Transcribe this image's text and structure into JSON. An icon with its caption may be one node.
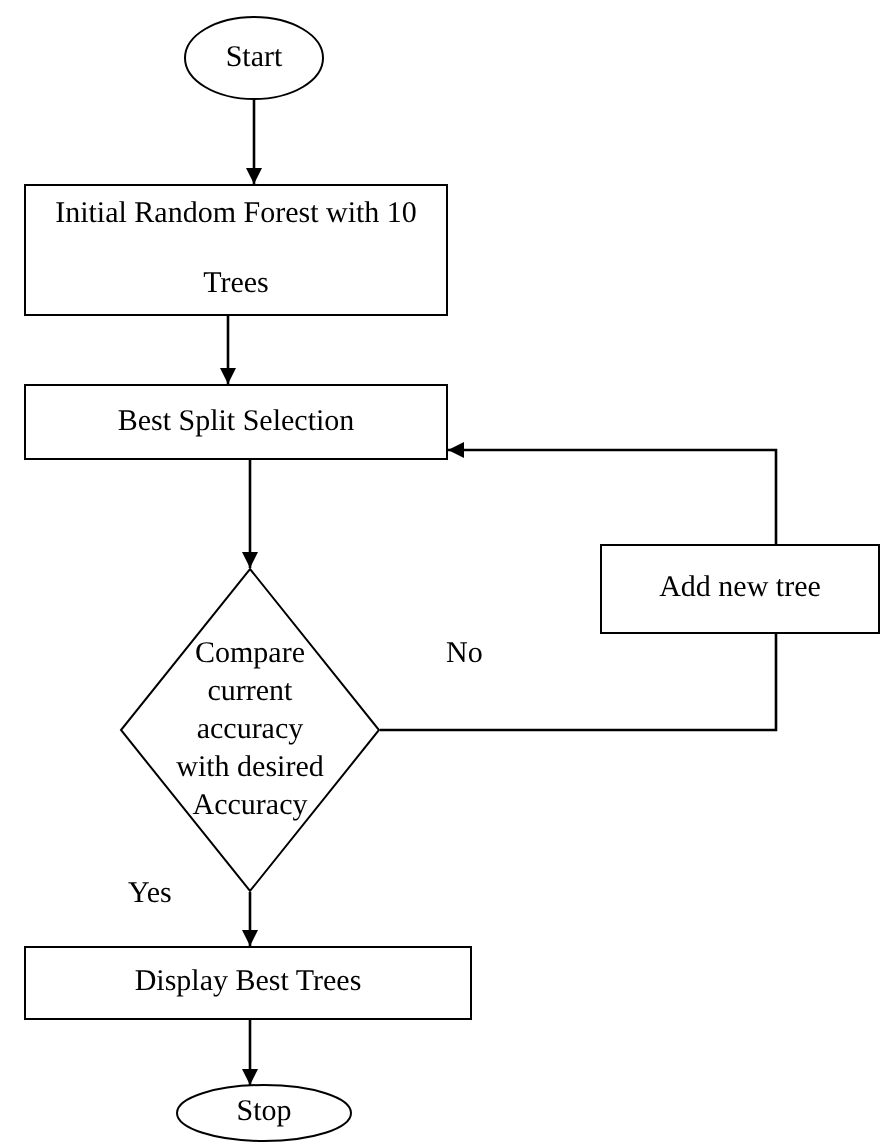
{
  "diagram": {
    "nodes": [
      {
        "text": [
          "Start"
        ]
      },
      {
        "text": [
          "Initial Random Forest with 10 Trees"
        ]
      },
      {
        "text": [
          "Best Split Selection"
        ]
      },
      {
        "text": [
          "Compare current accuracy with desired Accuracy"
        ]
      },
      {
        "text": [
          "Add new tree"
        ]
      },
      {
        "text": [
          "Display Best Trees"
        ]
      },
      {
        "text": [
          "Stop"
        ]
      }
    ],
    "edges": [
      {
        "from": 0,
        "to": 1,
        "arrow": "to"
      },
      {
        "from": 1,
        "to": 2,
        "arrow": "to"
      },
      {
        "from": 2,
        "to": 3,
        "arrow": "to"
      },
      {
        "from": 3,
        "to": 4,
        "arrow": "none",
        "label": "No"
      },
      {
        "from": 4,
        "to": 2,
        "arrow": "to"
      },
      {
        "from": 3,
        "to": 5,
        "arrow": "to",
        "label": "Yes"
      },
      {
        "from": 5,
        "to": 6,
        "arrow": "to"
      }
    ]
  }
}
